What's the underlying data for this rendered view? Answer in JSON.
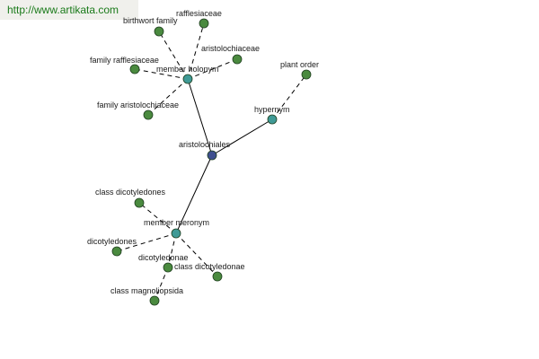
{
  "watermark": "http://www.artikata.com",
  "colors": {
    "root": "#3f4f8f",
    "relation": "#3f9a96",
    "leaf": "#4a8a3f"
  },
  "graph": {
    "nodes": [
      {
        "id": "aristolochiales",
        "label": "aristolochiales",
        "kind": "root"
      },
      {
        "id": "hypernym",
        "label": "hypernym",
        "kind": "relation"
      },
      {
        "id": "member-holonym",
        "label": "member holonym",
        "kind": "relation"
      },
      {
        "id": "member-meronym",
        "label": "member meronym",
        "kind": "relation"
      },
      {
        "id": "plant-order",
        "label": "plant order",
        "kind": "leaf"
      },
      {
        "id": "rafflesiaceae",
        "label": "rafflesiaceae",
        "kind": "leaf"
      },
      {
        "id": "birthwort-family",
        "label": "birthwort family",
        "kind": "leaf"
      },
      {
        "id": "aristolochiaceae",
        "label": "aristolochiaceae",
        "kind": "leaf"
      },
      {
        "id": "family-rafflesiaceae",
        "label": "family rafflesiaceae",
        "kind": "leaf"
      },
      {
        "id": "family-aristolochiaceae",
        "label": "family aristolochiaceae",
        "kind": "leaf"
      },
      {
        "id": "class-dicotyledones",
        "label": "class dicotyledones",
        "kind": "leaf"
      },
      {
        "id": "dicotyledones",
        "label": "dicotyledones",
        "kind": "leaf"
      },
      {
        "id": "dicotyledonae",
        "label": "dicotyledonae",
        "kind": "leaf"
      },
      {
        "id": "class-dicotyledonae",
        "label": "class dicotyledonae",
        "kind": "leaf"
      },
      {
        "id": "class-magnoliopsida",
        "label": "class magnoliopsida",
        "kind": "leaf"
      }
    ],
    "edges": [
      {
        "from": "aristolochiales",
        "to": "hypernym",
        "style": "solid"
      },
      {
        "from": "aristolochiales",
        "to": "member-holonym",
        "style": "solid"
      },
      {
        "from": "aristolochiales",
        "to": "member-meronym",
        "style": "solid"
      },
      {
        "from": "hypernym",
        "to": "plant-order",
        "style": "dashed"
      },
      {
        "from": "member-holonym",
        "to": "rafflesiaceae",
        "style": "dashed"
      },
      {
        "from": "member-holonym",
        "to": "birthwort-family",
        "style": "dashed"
      },
      {
        "from": "member-holonym",
        "to": "aristolochiaceae",
        "style": "dashed"
      },
      {
        "from": "member-holonym",
        "to": "family-rafflesiaceae",
        "style": "dashed"
      },
      {
        "from": "member-holonym",
        "to": "family-aristolochiaceae",
        "style": "dashed"
      },
      {
        "from": "member-meronym",
        "to": "class-dicotyledones",
        "style": "dashed"
      },
      {
        "from": "member-meronym",
        "to": "dicotyledones",
        "style": "dashed"
      },
      {
        "from": "member-meronym",
        "to": "dicotyledonae",
        "style": "dashed"
      },
      {
        "from": "member-meronym",
        "to": "class-dicotyledonae",
        "style": "dashed"
      },
      {
        "from": "dicotyledonae",
        "to": "class-magnoliopsida",
        "style": "dashed"
      }
    ]
  }
}
